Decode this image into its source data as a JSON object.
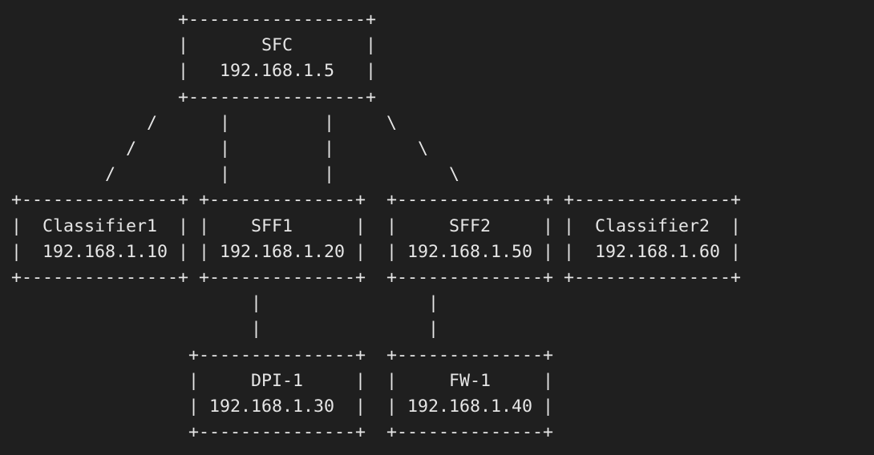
{
  "diagram": {
    "lines": [
      "                +-----------------+",
      "                |       SFC       |",
      "                |   192.168.1.5   |",
      "                +-----------------+",
      "             /      |         |     \\",
      "           /        |         |        \\",
      "         /          |         |           \\",
      "+---------------+ +--------------+  +--------------+ +---------------+",
      "|  Classifier1  | |    SFF1      |  |     SFF2     | |  Classifier2  |",
      "|  192.168.1.10 | | 192.168.1.20 |  | 192.168.1.50 | |  192.168.1.60 |",
      "+---------------+ +--------------+  +--------------+ +---------------+",
      "                       |                |",
      "                       |                |",
      "                 +---------------+  +--------------+",
      "                 |     DPI-1     |  |     FW-1     |",
      "                 | 192.168.1.30  |  | 192.168.1.40 |",
      "                 +---------------+  +--------------+"
    ]
  }
}
